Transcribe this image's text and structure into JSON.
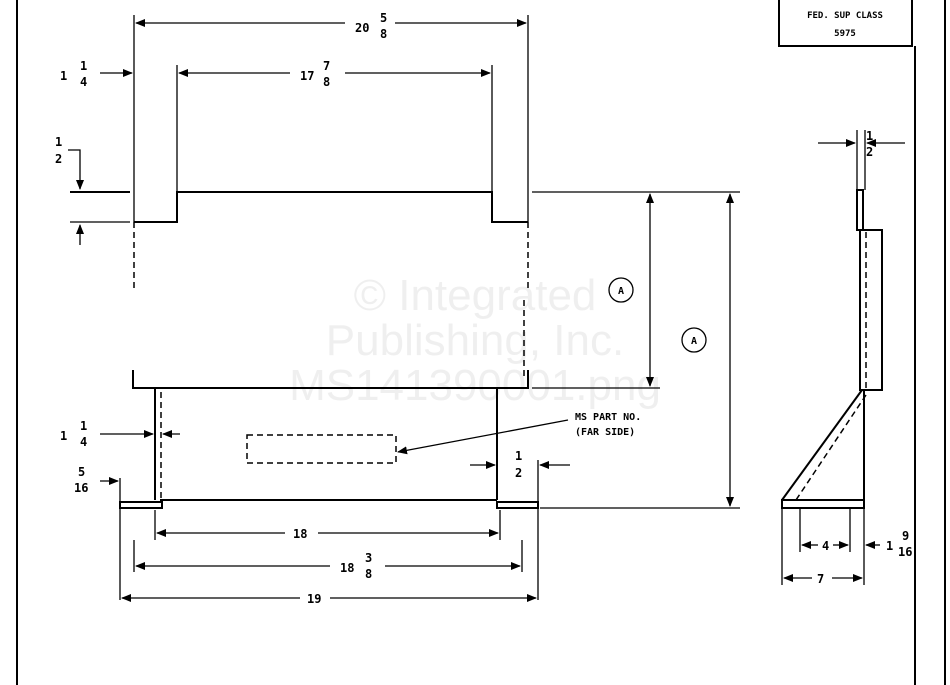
{
  "title_block": {
    "line1": "FED. SUP CLASS",
    "line2": "5975"
  },
  "watermark": [
    "© Integrated",
    "Publishing, Inc.",
    "MS141390001.png"
  ],
  "callout": {
    "line1": "MS PART NO.",
    "line2": "(FAR SIDE)"
  },
  "detail_label": "A",
  "dims": {
    "overall_top": {
      "whole": "20",
      "num": "5",
      "den": "8"
    },
    "inner_top": {
      "whole": "17",
      "num": "7",
      "den": "8"
    },
    "left_leg_top": {
      "whole": "1",
      "num": "1",
      "den": "4"
    },
    "flange_height": {
      "num": "1",
      "den": "2"
    },
    "left_leg_bottom": {
      "whole": "1",
      "num": "1",
      "den": "4"
    },
    "plate_thickness": {
      "num": "5",
      "den": "16"
    },
    "right_gap": {
      "num": "1",
      "den": "2"
    },
    "inner_bottom": {
      "whole": "18"
    },
    "mid_bottom": {
      "whole": "18",
      "num": "3",
      "den": "8"
    },
    "overall_bottom": {
      "whole": "19"
    },
    "side_thickness": {
      "num": "1",
      "den": "2"
    },
    "side_base_inner": {
      "whole": "4"
    },
    "side_offset": {
      "whole": "1",
      "num": "9",
      "den": "16"
    },
    "side_base": {
      "whole": "7"
    }
  }
}
